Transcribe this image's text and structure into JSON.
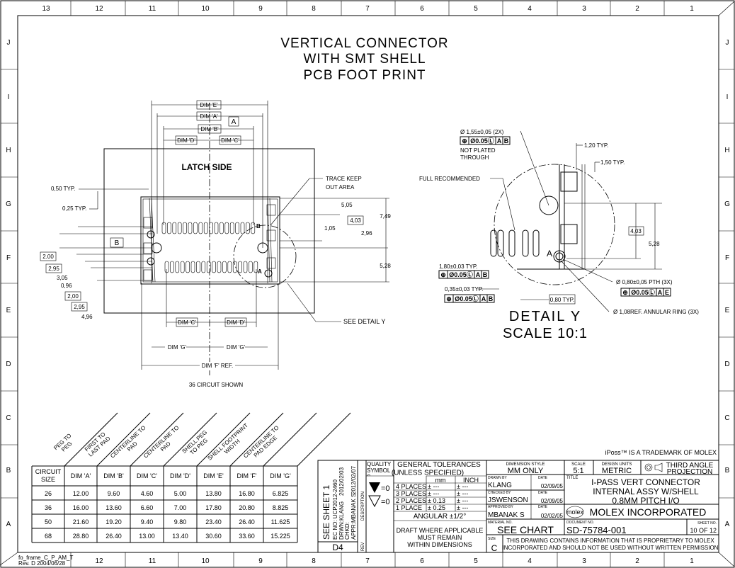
{
  "drawing_title": [
    "VERTICAL CONNECTOR",
    "WITH SMT SHELL",
    "PCB FOOT PRINT"
  ],
  "zones": {
    "columns": [
      "13",
      "12",
      "11",
      "10",
      "9",
      "8",
      "7",
      "6",
      "5",
      "4",
      "3",
      "2",
      "1"
    ],
    "rows": [
      "J",
      "I",
      "H",
      "G",
      "F",
      "E",
      "D",
      "C",
      "B",
      "A"
    ]
  },
  "frame_note": [
    "fo_frame_C_P_AM_T",
    "Rev. D 2004/06/28"
  ],
  "main_view": {
    "latch_side": "LATCH SIDE",
    "dim_e": "DIM 'E'",
    "dim_a": "DIM 'A'",
    "dim_b": "DIM 'B'",
    "dim_d": "DIM 'D'",
    "dim_c": "DIM 'C'",
    "dim_g": "DIM 'G'",
    "dim_f": "DIM 'F' REF.",
    "datum_a": "A",
    "datum_b": "B",
    "datum_a_small": "A",
    "datum_b_small": "B",
    "left_dims": [
      "0,50 TYP.",
      "0,25 TYP.",
      "2.00",
      "2,95",
      "3,05",
      "0,96",
      "2,00",
      "2,95",
      "4,96"
    ],
    "right_dims": [
      "5,05",
      "4,03",
      "1,05",
      "2,96",
      "7,49",
      "5,28"
    ],
    "trace_keep_out": [
      "TRACE KEEP",
      "OUT AREA"
    ],
    "see_detail": "SEE DETAIL Y",
    "circuit_note": "36 CIRCUIT SHOWN"
  },
  "detail_y": {
    "hole_note": "Ø 1,55±0,05  (2X)",
    "not_plated": [
      "NOT PLATED",
      "THROUGH"
    ],
    "dim_120": "1,20 TYP.",
    "dim_150": "1,50 TYP.",
    "full_recommended": "FULL RECOMMENDED",
    "dim_403": "4,03",
    "dim_528": "5,28",
    "datum_a": "A",
    "dim_180": "1,80±0,03 TYP.",
    "dim_035": "0,35±0,03 TYP.",
    "dim_080": "0,80 TYP.",
    "pth_note": "Ø 0,80±0,05  PTH (3X)",
    "annular_note": "Ø 1,08REF. ANNULAR RING (3X)",
    "fcf_symbol": "⊕",
    "fcf_tol": "Ø0.05Ⓛ",
    "fcf_datums_ab": [
      "A",
      "B"
    ],
    "fcf_datums_ae": [
      "A",
      "E"
    ],
    "label": "DETAIL Y",
    "scale": "SCALE 10:1"
  },
  "table": {
    "slant_headers": [
      "PEG TO PEG",
      "FIRST TO LAST PAD",
      "CENTERLINE TO PAD",
      "CENTERLINE TO PAD",
      "SHELL PEG TO PEG",
      "SHELL FOOTPRINT WIDTH",
      "CENTERLINE TO PAD EDGE"
    ],
    "columns": [
      "CIRCUIT SIZE",
      "DIM 'A'",
      "DIM 'B'",
      "DIM 'C'",
      "DIM 'D'",
      "DIM 'E'",
      "DIM 'F'",
      "DIM 'G'"
    ],
    "rows": [
      [
        "26",
        "12.00",
        "9.60",
        "4.60",
        "5.00",
        "13.80",
        "16.80",
        "6.825"
      ],
      [
        "36",
        "16.00",
        "13.60",
        "6.60",
        "7.00",
        "17.80",
        "20.80",
        "8.825"
      ],
      [
        "50",
        "21.60",
        "19.20",
        "9.40",
        "9.80",
        "23.40",
        "26.40",
        "11.625"
      ],
      [
        "68",
        "28.80",
        "26.40",
        "13.00",
        "13.40",
        "30.60",
        "33.60",
        "15.225"
      ]
    ]
  },
  "title_block": {
    "trademark": "iPoss™ IS A TRADEMARK OF MOLEX",
    "revision": {
      "see_sheet": "SEE SHEET 1",
      "ec_no": "EC NO: UCP2012-2460",
      "drwn": "DRWN:KLANG",
      "chkd": "CHKD:",
      "appr": "APPR:MBANAK S",
      "date1": "2012/02/03",
      "date2": "2012/02/07",
      "rev": "D4",
      "description_label": "DESCRIPTION",
      "rev_label": "REV"
    },
    "quality_symbols": "QUALITY SYMBOLS",
    "quality_eq": "=0",
    "tolerances": {
      "header": "GENERAL TOLERANCES",
      "subheader": "(UNLESS SPECIFIED)",
      "unit_mm": "mm",
      "unit_inch": "INCH",
      "rows": [
        [
          "4 PLACES",
          "± ---",
          "± ---"
        ],
        [
          "3 PLACES",
          "± ---",
          "± ---"
        ],
        [
          "2 PLACES",
          "± 0.13",
          "± ---"
        ],
        [
          "1 PLACE",
          "± 0.25",
          "± ---"
        ]
      ],
      "angular": "ANGULAR ±1/2°",
      "draft": [
        "DRAFT WHERE APPLICABLE",
        "MUST REMAIN",
        "WITHIN DIMENSIONS"
      ]
    },
    "dimension_style_label": "DIMENSION STYLE",
    "dimension_style": "MM ONLY",
    "scale_label": "SCALE",
    "scale": "5:1",
    "design_units_label": "DESIGN UNITS",
    "design_units": "METRIC",
    "projection": [
      "THIRD ANGLE",
      "PROJECTION"
    ],
    "drawn_by_label": "DRAWN BY",
    "drawn_by": "KLANG",
    "drawn_date": "02/09/05",
    "checked_by_label": "CHECKED BY",
    "checked_by": "JSWENSON",
    "checked_date": "02/09/05",
    "approved_by_label": "APPROVED BY",
    "approved_by": "MBANAK S",
    "approved_date": "02/02/05",
    "date_label": "DATE",
    "title_label": "TITLE",
    "title": [
      "I-PASS VERT CONNECTOR",
      "INTERNAL ASSY W/SHELL",
      "0.8MM PITCH I/O"
    ],
    "logo": "molex",
    "company": "MOLEX INCORPORATED",
    "material_label": "MATERIAL NO.",
    "material": "SEE CHART",
    "document_label": "DOCUMENT NO.",
    "document_no": "SD-75784-001",
    "sheet_label": "SHEET NO.",
    "sheet": "10 OF 12",
    "size_label": "SIZE",
    "size": "C",
    "proprietary": [
      "THIS DRAWING CONTAINS INFORMATION THAT IS PROPRIETARY TO MOLEX",
      "INCORPORATED AND SHOULD NOT BE USED WITHOUT WRITTEN PERMISSION"
    ]
  }
}
